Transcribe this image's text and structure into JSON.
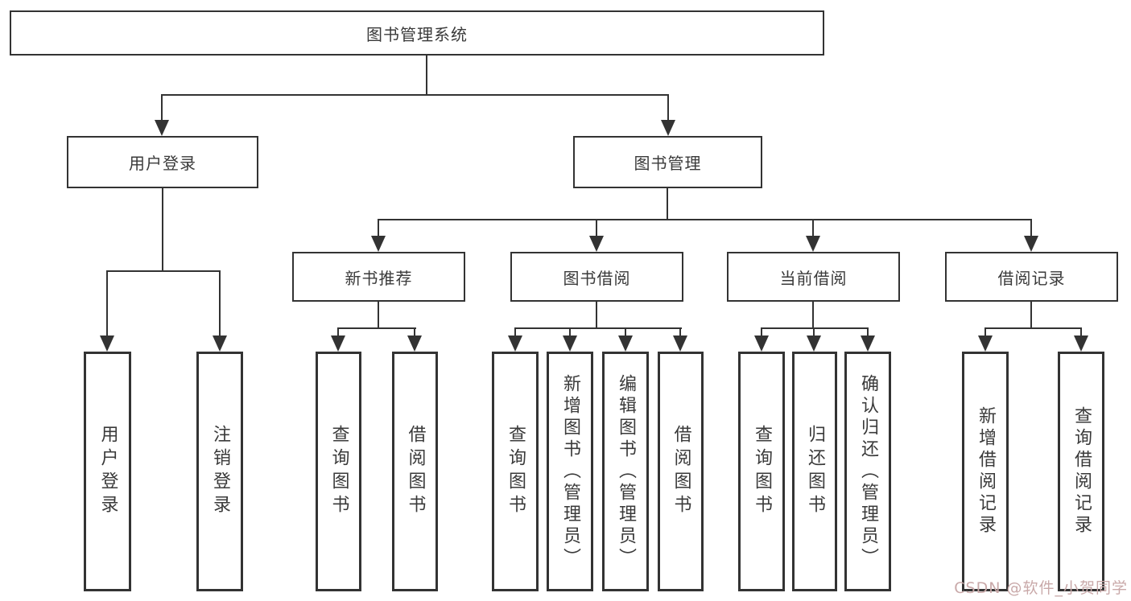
{
  "diagram": {
    "title_node": {
      "label": "图书管理系统"
    },
    "level2": [
      {
        "label": "用户登录"
      },
      {
        "label": "图书管理"
      }
    ],
    "level3": [
      {
        "label": "新书推荐"
      },
      {
        "label": "图书借阅"
      },
      {
        "label": "当前借阅"
      },
      {
        "label": "借阅记录"
      }
    ],
    "leaves": [
      {
        "label": "用户登录"
      },
      {
        "label": "注销登录"
      },
      {
        "label": "查询图书"
      },
      {
        "label": "借阅图书"
      },
      {
        "label": "查询图书"
      },
      {
        "label": "新增图书（管理员）"
      },
      {
        "label": "编辑图书（管理员）"
      },
      {
        "label": "借阅图书"
      },
      {
        "label": "查询图书"
      },
      {
        "label": "归还图书"
      },
      {
        "label": "确认归还（管理员）"
      },
      {
        "label": "新增借阅记录"
      },
      {
        "label": "查询借阅记录"
      }
    ]
  },
  "watermark": {
    "text": "CSDN @软件_小贺同学"
  },
  "colors": {
    "line": "#333333",
    "text": "#3a3a3a",
    "background": "#ffffff",
    "watermark": "#c9a9a9"
  }
}
